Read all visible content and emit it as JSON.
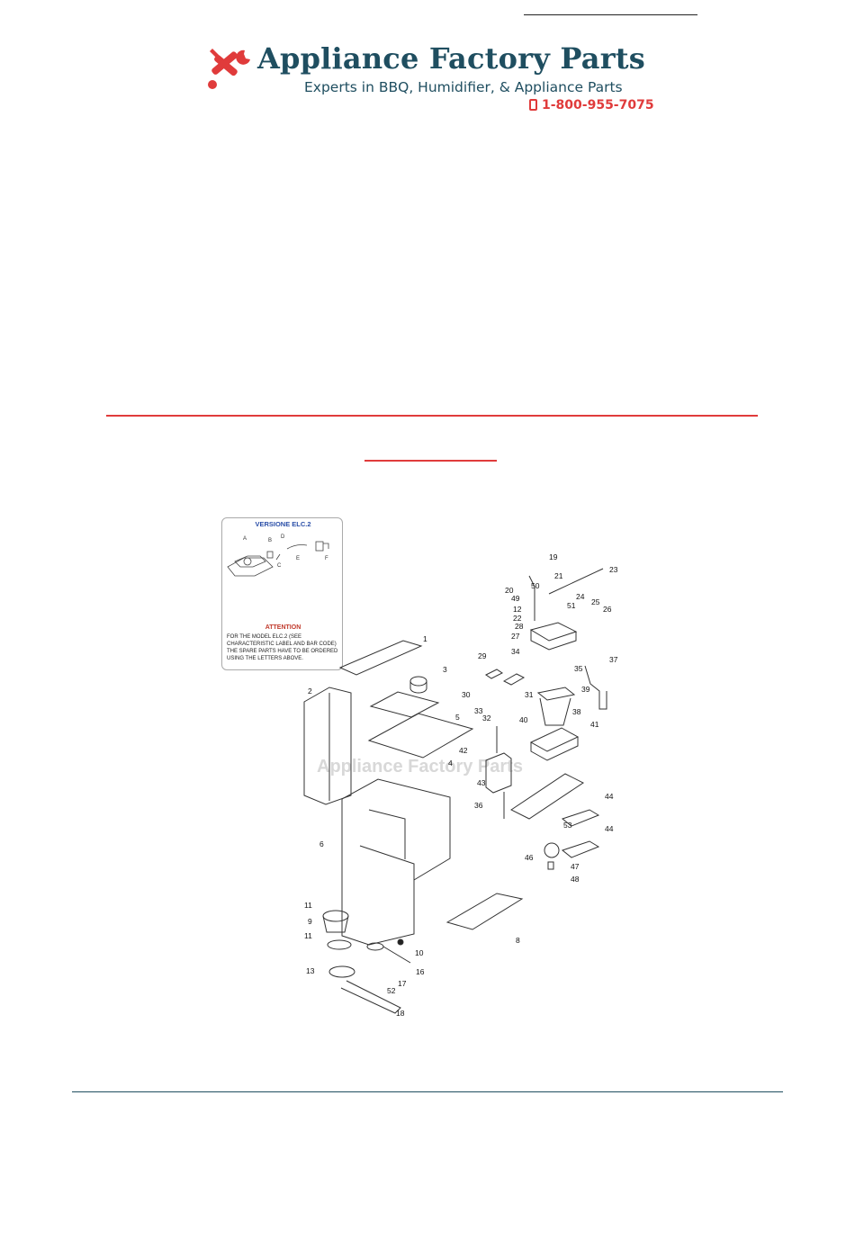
{
  "header": {
    "brand": "Appliance Factory Parts",
    "tagline": "Experts in BBQ, Humidifier, & Appliance Parts",
    "phone": "1-800-955-7075"
  },
  "inset": {
    "title": "VERSIONE ELC.2",
    "letters": [
      "A",
      "B",
      "C",
      "D",
      "E",
      "F"
    ],
    "attention": "ATTENTION",
    "note": "FOR THE MODEL ELC.2 (SEE CHARACTERISTIC LABEL AND BAR CODE) THE SPARE PARTS HAVE TO BE ORDERED USING THE LETTERS ABOVE."
  },
  "diagram": {
    "watermark": "Appliance Factory Parts",
    "part_numbers": [
      "1",
      "2",
      "3",
      "4",
      "5",
      "6",
      "8",
      "9",
      "10",
      "11",
      "11",
      "12",
      "13",
      "16",
      "17",
      "18",
      "19",
      "20",
      "21",
      "22",
      "23",
      "24",
      "25",
      "26",
      "27",
      "28",
      "29",
      "30",
      "31",
      "32",
      "33",
      "34",
      "35",
      "36",
      "37",
      "38",
      "39",
      "40",
      "41",
      "42",
      "43",
      "44",
      "44",
      "46",
      "47",
      "48",
      "49",
      "50",
      "51",
      "52",
      "53"
    ]
  },
  "colors": {
    "brand": "#1f4e60",
    "accent": "#e03b3b",
    "inset_title": "#2b4fa8"
  }
}
